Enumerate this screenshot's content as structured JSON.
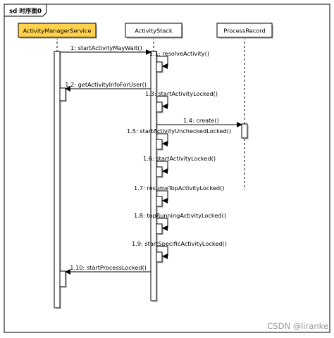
{
  "frame": {
    "label": "sd 时序图0"
  },
  "lifelines": [
    {
      "id": "ams",
      "name": "ActivityManagerService",
      "fill": "#ffd24d"
    },
    {
      "id": "as",
      "name": "ActivityStack",
      "fill": "#ffffff"
    },
    {
      "id": "pr",
      "name": "ProcessRecord",
      "fill": "#ffffff"
    }
  ],
  "messages": [
    {
      "label": "1: startActivityMayWait()",
      "from": "ams",
      "to": "as"
    },
    {
      "label": "1.1: resolveActivity()",
      "from": "as",
      "to": "as"
    },
    {
      "label": "1.2: getActivityInfoForUser()",
      "from": "as",
      "to": "ams"
    },
    {
      "label": "1.3: startActivityLocked()",
      "from": "as",
      "to": "as"
    },
    {
      "label": "1.4: create()",
      "from": "as",
      "to": "pr"
    },
    {
      "label": "1.5: startActivityUncheckedLocked()",
      "from": "as",
      "to": "as"
    },
    {
      "label": "1.6: startActivityLocked()",
      "from": "as",
      "to": "as"
    },
    {
      "label": "1.7: resumeTopActivityLocked()",
      "from": "as",
      "to": "as"
    },
    {
      "label": "1.8: topRunningActivityLocked()",
      "from": "as",
      "to": "as"
    },
    {
      "label": "1.9: startSpecificActivityLocked()",
      "from": "as",
      "to": "as"
    },
    {
      "label": "1.10: startProcessLocked()",
      "from": "as",
      "to": "ams"
    }
  ],
  "watermark": "CSDN @liranke"
}
